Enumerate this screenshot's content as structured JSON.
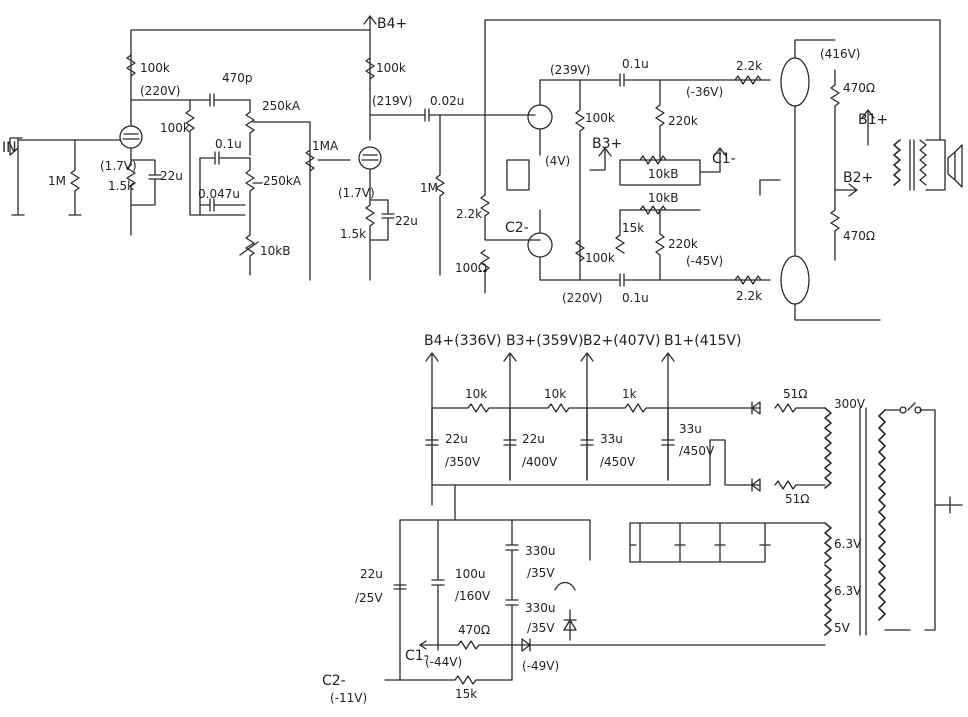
{
  "input": {
    "label": "IN"
  },
  "stage1": {
    "plate_resistor": "100k",
    "plate_voltage": "(220V)",
    "grid_resistor": "1M",
    "cathode_voltage": "(1.7V)",
    "cathode_resistor": "1.5k",
    "bypass_cap": "22u"
  },
  "tone_stack": {
    "treble_cap": "470p",
    "slope_resistor": "100k",
    "treble_pot": "250kA",
    "mid_cap": "0.1u",
    "bass_cap": "0.047u",
    "bass_pot": "250kA",
    "mid_pot": "10kB"
  },
  "stage2": {
    "volume_pot": "1MA",
    "plate_resistor": "100k",
    "plate_voltage": "(219V)",
    "cathode_voltage": "(1.7V)",
    "cathode_resistor": "1.5k",
    "bypass_cap": "22u",
    "supply": "B4+"
  },
  "phase_inverter": {
    "coupling_cap": "0.02u",
    "grid_resistor": "1M",
    "tail_resistor_1": "2.2k",
    "tail_resistor_2": "100Ω",
    "cathode_voltage": "(4V)",
    "bias_label": "C2-",
    "plate_resistor_top": "100k",
    "plate_resistor_bottom": "100k",
    "plate_voltage_top": "(239V)",
    "plate_voltage_bottom": "(220V)",
    "supply": "B3+"
  },
  "bias": {
    "coupling_cap_top": "0.1u",
    "coupling_cap_bottom": "0.1u",
    "grid_resistor_top": "220k",
    "grid_resistor_bottom": "220k",
    "bias_pot_top": "10kB",
    "bias_pot_bottom": "10kB",
    "bias_resistor": "15k",
    "grid_voltage_top": "(-36V)",
    "grid_voltage_bottom": "(-45V)",
    "bias_label": "C1-",
    "grid_stopper_top": "2.2k",
    "grid_stopper_bottom": "2.2k"
  },
  "output": {
    "plate_voltage": "(416V)",
    "screen_resistor_top": "470Ω",
    "screen_resistor_bottom": "470Ω",
    "b1_label": "B1+",
    "b2_label": "B2+"
  },
  "psu": {
    "b4": "B4+(336V)",
    "b3": "B3+(359V)",
    "b2": "B2+(407V)",
    "b1": "B1+(415V)",
    "r1": "10k",
    "r2": "10k",
    "r3": "1k",
    "c1_value": "22u",
    "c1_rating": "/350V",
    "c2_value": "22u",
    "c2_rating": "/400V",
    "c3_value": "33u",
    "c3_rating": "/450V",
    "c4_value": "33u",
    "c4_rating": "/450V",
    "hv_resistor_top": "51Ω",
    "hv_resistor_bottom": "51Ω",
    "hv_winding": "300V"
  },
  "bias_supply": {
    "c1_value": "22u",
    "c1_rating": "/25V",
    "c2_value": "100u",
    "c2_rating": "/160V",
    "c3_value": "330u",
    "c3_rating": "/35V",
    "c4_value": "330u",
    "c4_rating": "/35V",
    "resistor": "470Ω",
    "c1_label": "C1-",
    "c1_voltage": "(-44V)",
    "diode_voltage": "(-49V)",
    "series_resistor": "15k",
    "c2_label": "C2-",
    "c2_voltage": "(-11V)"
  },
  "transformer": {
    "tap1": "6.3V",
    "tap2": "6.3V",
    "tap3": "5V"
  }
}
